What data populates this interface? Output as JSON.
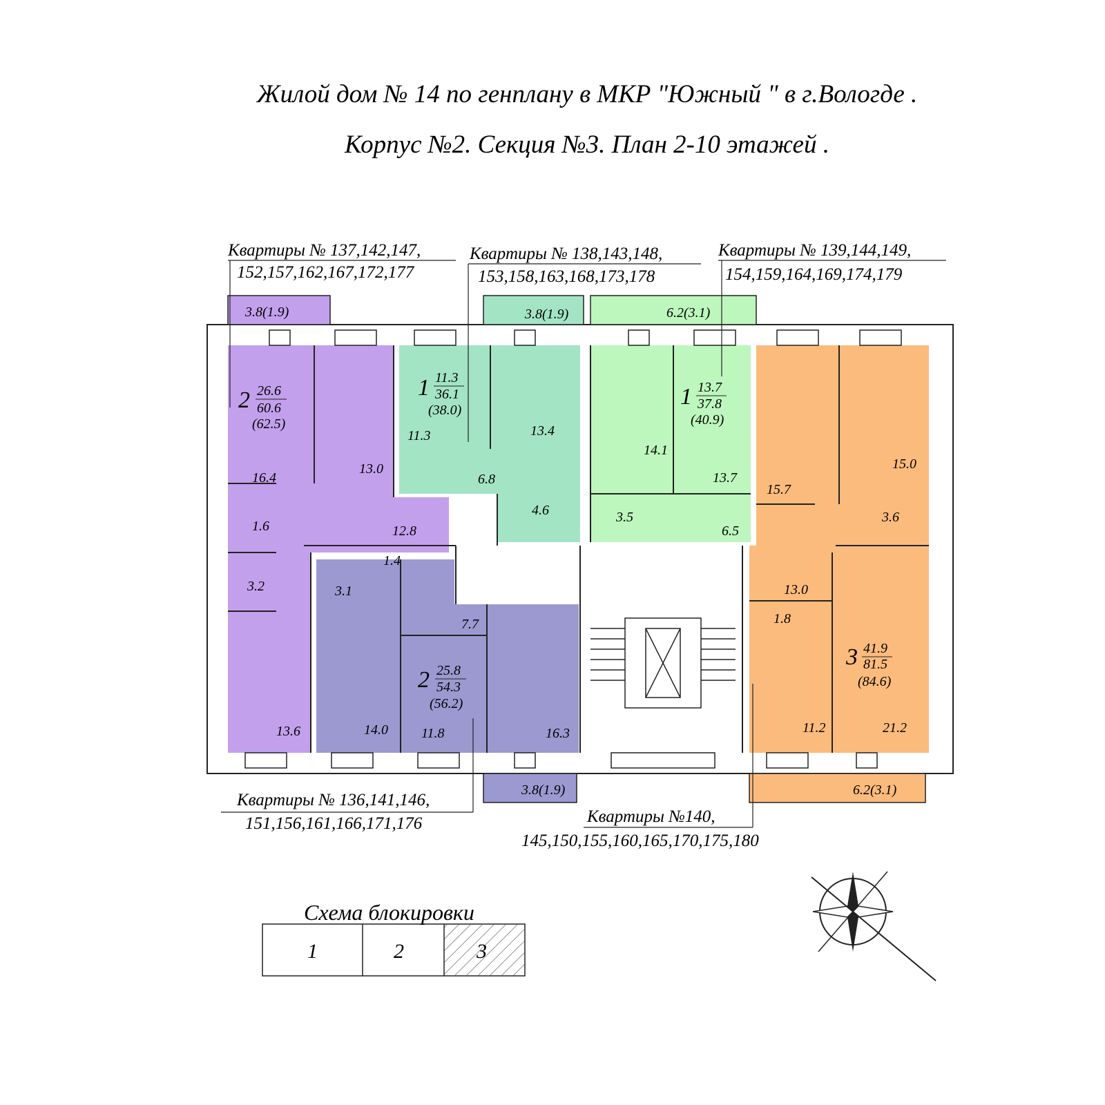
{
  "title": {
    "line1": "Жилой дом  № 14   по генплану в МКР  \"Южный \" в г.Вологде .",
    "line2": "Корпус  №2.  Секция  №3.  План  2-10  этажей ."
  },
  "colors": {
    "purple": "#c3a0ec",
    "slate": "#9b99d0",
    "mint": "#a3e4c4",
    "lightgreen": "#bdf7bd",
    "orange": "#fbbb7c",
    "wall": "#ffffff",
    "line": "#222222"
  },
  "apartment_labels": {
    "a137": {
      "line1": "Квартиры  № 137,142,147,",
      "line2": "152,157,162,167,172,177"
    },
    "a138": {
      "line1": "Квартиры  № 138,143,148,",
      "line2": "153,158,163,168,173,178"
    },
    "a139": {
      "line1": "Квартиры  № 139,144,149,",
      "line2": "154,159,164,169,174,179"
    },
    "a136": {
      "line1": "Квартиры  № 136,141,146,",
      "line2": "151,156,161,166,171,176"
    },
    "a140": {
      "line1": "Квартиры  №140,",
      "line2": "145,150,155,160,165,170,175,180"
    }
  },
  "apartments": {
    "a137": {
      "rooms": "2",
      "living": "26.6",
      "total": "60.6",
      "total_with_balcony": "(62.5)"
    },
    "a138": {
      "rooms": "1",
      "living": "11.3",
      "total": "36.1",
      "total_with_balcony": "(38.0)"
    },
    "a139": {
      "rooms": "1",
      "living": "13.7",
      "total": "37.8",
      "total_with_balcony": "(40.9)"
    },
    "a136": {
      "rooms": "2",
      "living": "25.8",
      "total": "54.3",
      "total_with_balcony": "(56.2)"
    },
    "a140": {
      "rooms": "3",
      "living": "41.9",
      "total": "81.5",
      "total_with_balcony": "(84.6)"
    }
  },
  "balconies": {
    "b137": "3.8(1.9)",
    "b138": "3.8(1.9)",
    "b139": "6.2(3.1)",
    "b136": "3.8(1.9)",
    "b140": "6.2(3.1)"
  },
  "room_areas": {
    "r_164": "16.4",
    "r_130a": "13.0",
    "r_16": "1.6",
    "r_128": "12.8",
    "r_32": "3.2",
    "r_136": "13.6",
    "r_113": "11.3",
    "r_134": "13.4",
    "r_68": "6.8",
    "r_46": "4.6",
    "r_141": "14.1",
    "r_137": "13.7",
    "r_35": "3.5",
    "r_65": "6.5",
    "r_157": "15.7",
    "r_150": "15.0",
    "r_36": "3.6",
    "r_130b": "13.0",
    "r_18": "1.8",
    "r_112": "11.2",
    "r_212": "21.2",
    "r_14": "1.4",
    "r_31": "3.1",
    "r_77": "7.7",
    "r_140": "14.0",
    "r_118": "11.8",
    "r_163": "16.3"
  },
  "blocking_scheme": {
    "title": "Схема блокировки",
    "sections": [
      "1",
      "2",
      "3"
    ],
    "highlighted": "3"
  }
}
